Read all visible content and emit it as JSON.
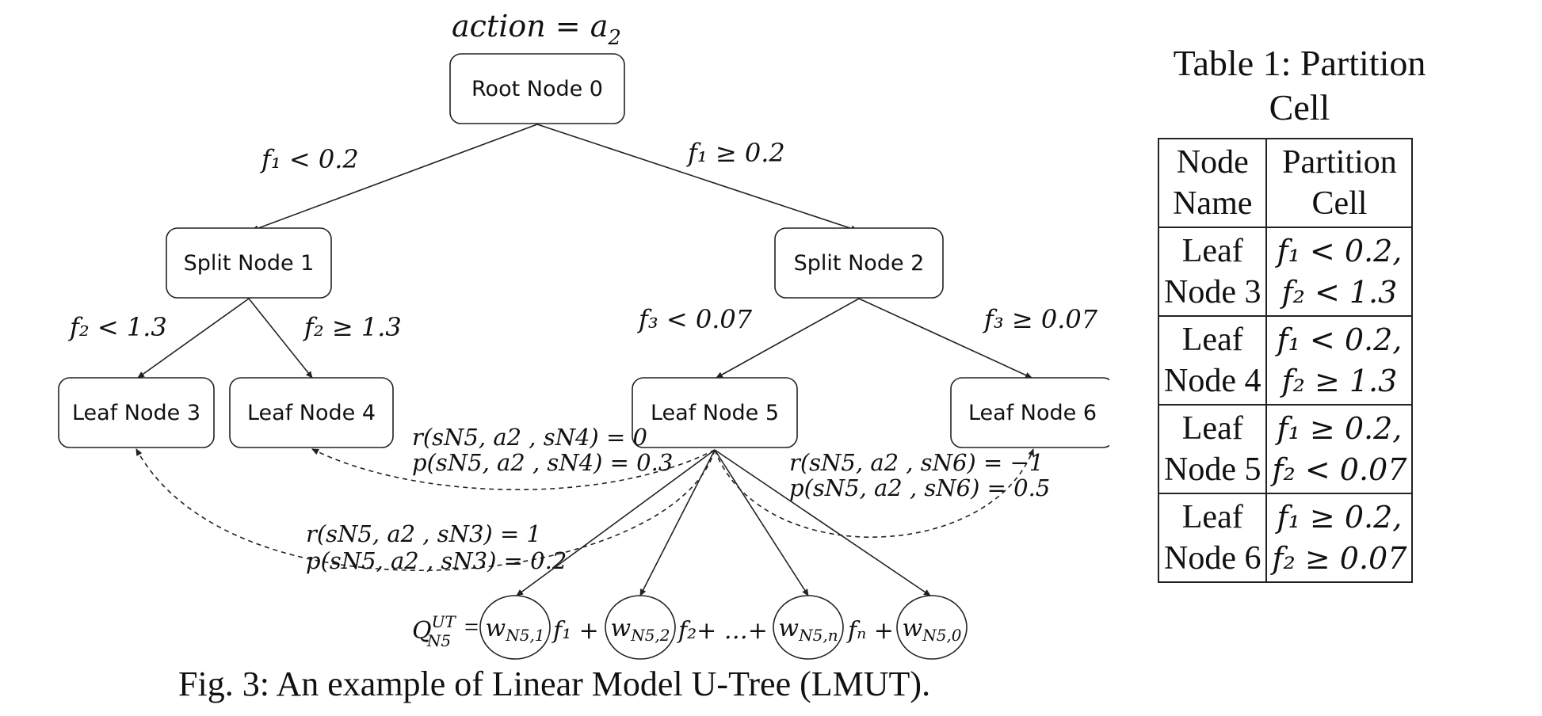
{
  "diagram": {
    "action_label": "action = a",
    "action_sub": "2",
    "nodes": {
      "root": "Root Node 0",
      "split1": "Split Node 1",
      "split2": "Split Node 2",
      "leaf3": "Leaf Node 3",
      "leaf4": "Leaf Node 4",
      "leaf5": "Leaf Node 5",
      "leaf6": "Leaf Node 6"
    },
    "edges": {
      "root_split1": "f₁ < 0.2",
      "root_split2": "f₁ ≥ 0.2",
      "split1_leaf3": "f₂ < 1.3",
      "split1_leaf4": "f₂ ≥ 1.3",
      "split2_leaf5": "f₃ < 0.07",
      "split2_leaf6": "f₃ ≥ 0.07"
    },
    "transitions": {
      "n4_r": "r(sN5, a2 , sN4) = 0",
      "n4_p": "p(sN5, a2 , sN4) = 0.3",
      "n6_r": "r(sN5, a2 , sN6) = −1",
      "n6_p": "p(sN5, a2 , sN6) = 0.5",
      "n3_r": "r(sN5, a2 , sN3) = 1",
      "n3_p": "p(sN5, a2 , sN3) = 0.2"
    },
    "equation": {
      "lhs": "Q",
      "lhs_sup": "UT",
      "lhs_sub": "N5",
      "eq": "=",
      "w1": "w",
      "w1_sub": "N5,1",
      "w2": "w",
      "w2_sub": "N5,2",
      "wn": "w",
      "wn_sub": "N5,n",
      "w0": "w",
      "w0_sub": "N5,0",
      "f1": "f₁ +",
      "f2": "f₂+ …+",
      "fn": "fₙ +"
    },
    "caption": "Fig. 3: An example of Linear Model U-Tree (LMUT)."
  },
  "table": {
    "title_line1": "Table 1: Partition",
    "title_line2": "Cell",
    "headers": [
      {
        "l1": "Node",
        "l2": "Name"
      },
      {
        "l1": "Partition",
        "l2": "Cell"
      }
    ],
    "rows": [
      {
        "name1": "Leaf",
        "name2": "Node 3",
        "cell1": "f₁ < 0.2,",
        "cell2": "f₂ < 1.3"
      },
      {
        "name1": "Leaf",
        "name2": "Node 4",
        "cell1": "f₁ < 0.2,",
        "cell2": "f₂ ≥ 1.3"
      },
      {
        "name1": "Leaf",
        "name2": "Node 5",
        "cell1": "f₁ ≥ 0.2,",
        "cell2": "f₂ < 0.07"
      },
      {
        "name1": "Leaf",
        "name2": "Node 6",
        "cell1": "f₁ ≥ 0.2,",
        "cell2": "f₂ ≥ 0.07"
      }
    ]
  }
}
